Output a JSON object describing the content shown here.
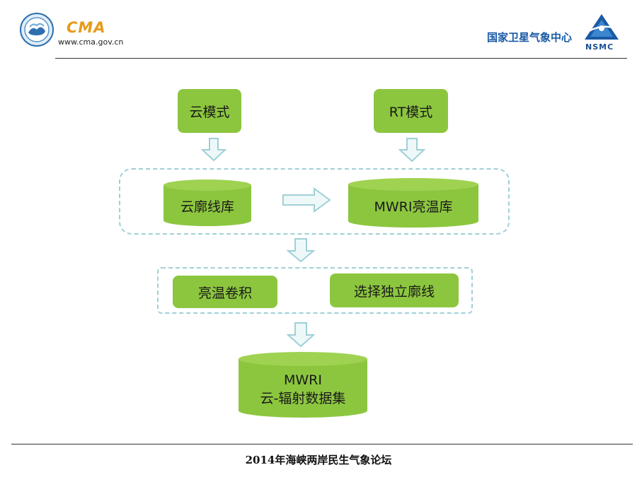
{
  "header": {
    "cma_abbrev": "CMA",
    "cma_url": "www.cma.gov.cn",
    "nsmc_name": "国家卫星气象中心",
    "nsmc_abbrev": "NSMC"
  },
  "diagram": {
    "nodes": {
      "cloud_model": "云模式",
      "rt_model": "RT模式",
      "cloud_profile_db": "云廓线库",
      "mwri_tb_db": "MWRI亮温库",
      "tb_convolution": "亮温卷积",
      "select_profiles": "选择独立廓线",
      "dataset_line1": "MWRI",
      "dataset_line2": "云-辐射数据集"
    }
  },
  "footer": {
    "text": "2014年海峡两岸民生气象论坛"
  },
  "colors": {
    "node_fill": "#8cc63f",
    "dashed_border": "#9fd0d6",
    "arrow_fill": "#eef8f9",
    "arrow_stroke": "#9fd0d6"
  }
}
